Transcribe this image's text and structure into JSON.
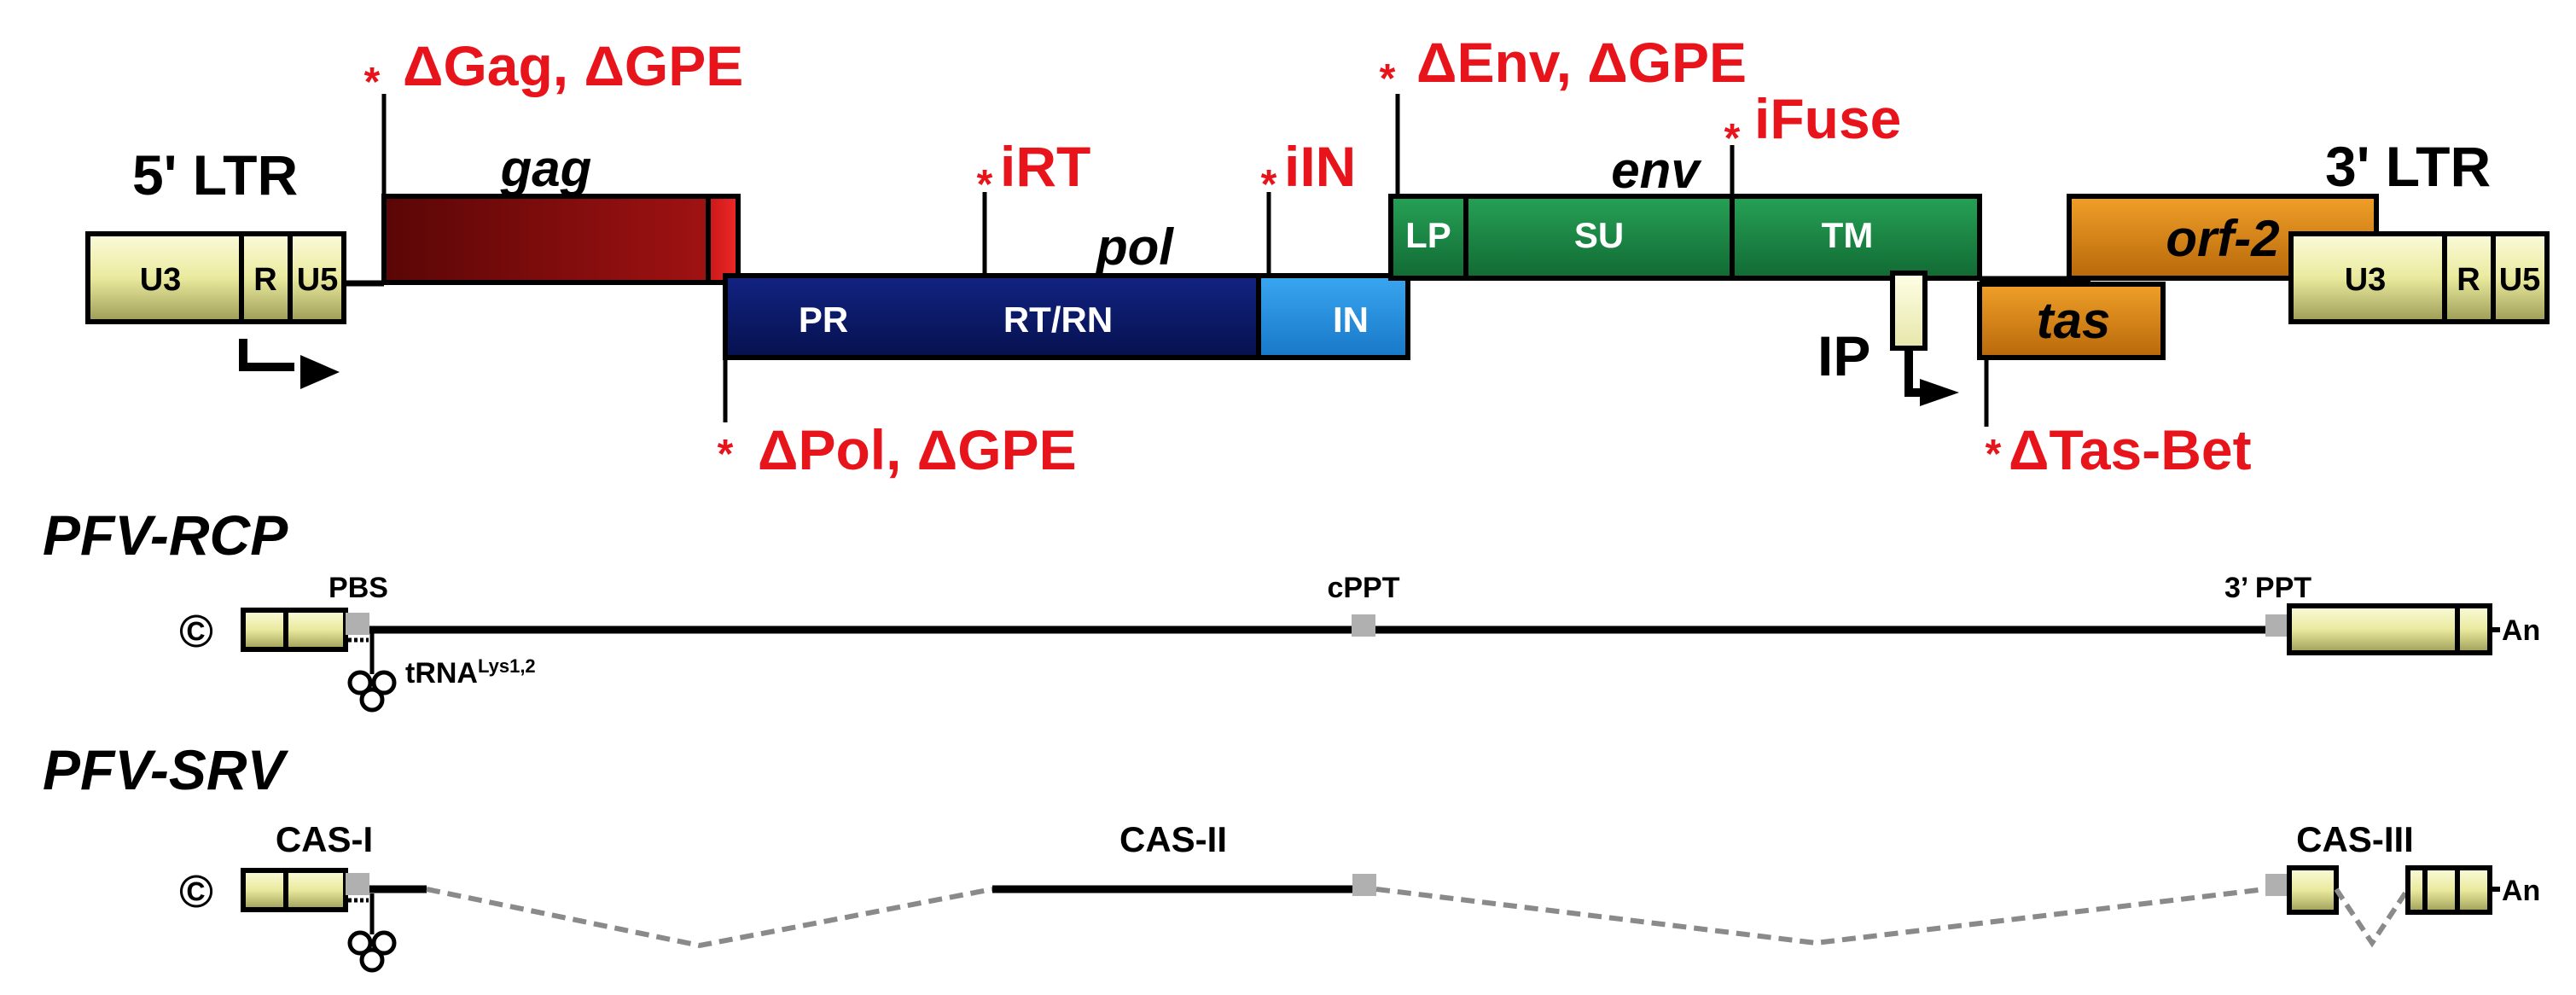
{
  "colors": {
    "red": "#e8141b",
    "ltr": "#efefa8",
    "gag": "#8c0d0d",
    "gag_tip": "#e01b1b",
    "pol": "#0c1a6e",
    "integrase": "#1f8fe0",
    "env": "#1a8a45",
    "orange": "#e08a0c",
    "ppt_box": "#b0b0b0",
    "dashed": "#8a8a8a"
  },
  "genome": {
    "ltr5_label": "5' LTR",
    "ltr3_label": "3' LTR",
    "ltr5_segments": [
      "U3",
      "R",
      "U5"
    ],
    "ltr3_segments": [
      "U3",
      "R",
      "U5"
    ],
    "gag_label": "gag",
    "pol_label": "pol",
    "env_label": "env",
    "orf2_label": "orf-2",
    "tas_label": "tas",
    "ip_label": "IP",
    "pol_domains": [
      "PR",
      "RT/RN",
      "IN"
    ],
    "env_domains": [
      "LP",
      "SU",
      "TM"
    ]
  },
  "mutations": [
    {
      "id": "gag",
      "star": "*",
      "text": "ΔGag, ΔGPE"
    },
    {
      "id": "irt",
      "star": "*",
      "text": "iRT"
    },
    {
      "id": "iin",
      "star": "*",
      "text": "iIN"
    },
    {
      "id": "env",
      "star": "*",
      "text": "ΔEnv, ΔGPE"
    },
    {
      "id": "ifuse",
      "star": "*",
      "text": "iFuse"
    },
    {
      "id": "pol",
      "star": "*",
      "text": "ΔPol, ΔGPE"
    },
    {
      "id": "tasbet",
      "star": "*",
      "text": "ΔTas-Bet"
    }
  ],
  "rcp": {
    "title": "PFV-RCP",
    "cap": "©",
    "pbs": "PBS",
    "cppt": "cPPT",
    "ppt3": "3’ PPT",
    "trna_base": "tRNA",
    "trna_sup": "Lys1,2",
    "polya": "An"
  },
  "srv": {
    "title": "PFV-SRV",
    "cap": "©",
    "cas1": "CAS-I",
    "cas2": "CAS-II",
    "cas3": "CAS-III",
    "polya": "An"
  }
}
